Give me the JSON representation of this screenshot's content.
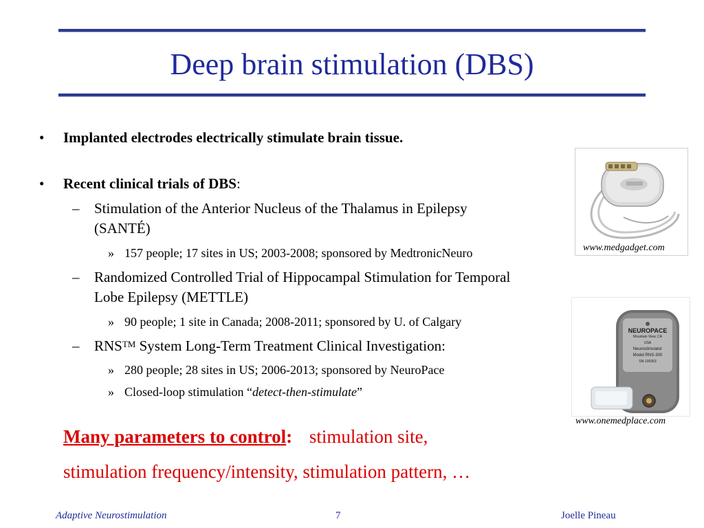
{
  "slide": {
    "title": "Deep brain stimulation (DBS)",
    "bullets": [
      {
        "text": "Implanted electrodes electrically stimulate brain tissue."
      },
      {
        "text_bold": "Recent clinical trials of DBS",
        "text_rest": ":"
      }
    ],
    "trials": [
      {
        "line1": "Stimulation of the Anterior Nucleus of the Thalamus in Epilepsy",
        "line2": "(SANTÉ)",
        "details": [
          "157 people; 17 sites in US; 2003-2008; sponsored by MedtronicNeuro"
        ]
      },
      {
        "line1": "Randomized Controlled Trial of Hippocampal Stimulation for Temporal",
        "line2": "Lobe Epilepsy (METTLE)",
        "details": [
          "90 people; 1 site in Canada; 2008-2011; sponsored by U. of Calgary"
        ]
      },
      {
        "line1_pre": "RNS",
        "line1_sup": "TM",
        "line1_post": " System Long-Term Treatment Clinical Investigation:",
        "details": [
          "280 people; 28 sites in US; 2006-2013; sponsored by NeuroPace"
        ],
        "closed_loop_pre": "Closed-loop stimulation “",
        "closed_loop_em": "detect-then-stimulate",
        "closed_loop_post": "”"
      }
    ],
    "images": [
      {
        "icon": "medtronic-device-image",
        "caption": "www.medgadget.com"
      },
      {
        "icon": "neuropace-device-image",
        "caption": "www.onemedplace.com",
        "device_label_1": "NEUROPACE",
        "device_label_2": "Mountain View, CA",
        "device_label_3": "USA",
        "device_label_4": "Neurostimulator",
        "device_label_5": "Model RNS-300",
        "device_label_6": "SN-100363"
      }
    ],
    "emphasis": {
      "heading": "Many parameters to control",
      "colon": ":",
      "line1_rest": "stimulation site,",
      "line2": "stimulation frequency/intensity, stimulation pattern, …"
    },
    "footer": {
      "left": "Adaptive Neurostimulation",
      "page": "7",
      "right": "Joelle Pineau"
    },
    "colors": {
      "title": "#1f2a9a",
      "rule": "#2e3a8c",
      "emphasis": "#d90000"
    }
  }
}
